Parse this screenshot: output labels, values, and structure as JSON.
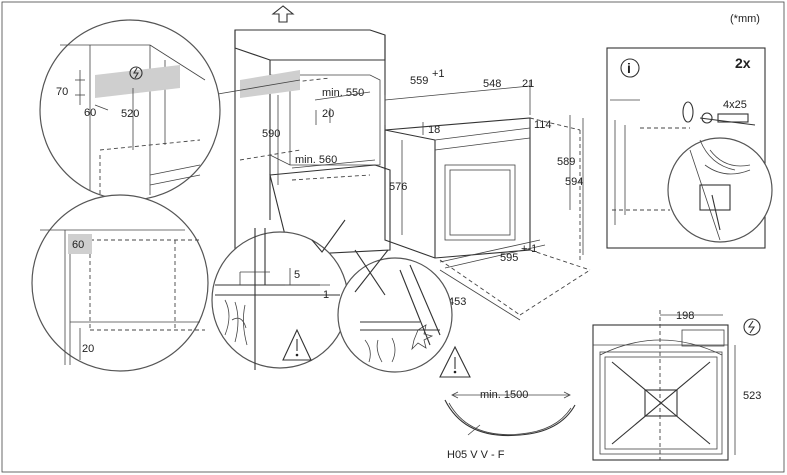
{
  "unit_note": "(*mm)",
  "dims": {
    "d70": "70",
    "d60a": "60",
    "d520": "520",
    "d590": "590",
    "min550": "min. 550",
    "d20a": "20",
    "min560": "min. 560",
    "d559": "559",
    "d559sup": "+1",
    "d548": "548",
    "d21": "21",
    "d18": "18",
    "d114": "114",
    "d576": "576",
    "d589": "589",
    "d594": "594",
    "d595": "595",
    "d595sup": "+-1",
    "d453": "453",
    "d5": "5",
    "d1": "1",
    "d60b": "60",
    "d20b": "20",
    "min1500": "min. 1500",
    "cable": "H05 V V - F",
    "d198": "198",
    "d523": "523"
  },
  "info_panel": {
    "count": "2x",
    "screw": "4x25",
    "info_glyph": "i"
  },
  "icons": {
    "warning": "warning-triangle-icon",
    "power": "power-symbol-icon",
    "check": "check-mark-icon",
    "cross": "cross-mark-icon",
    "arrow_up": "arrow-up-icon"
  }
}
